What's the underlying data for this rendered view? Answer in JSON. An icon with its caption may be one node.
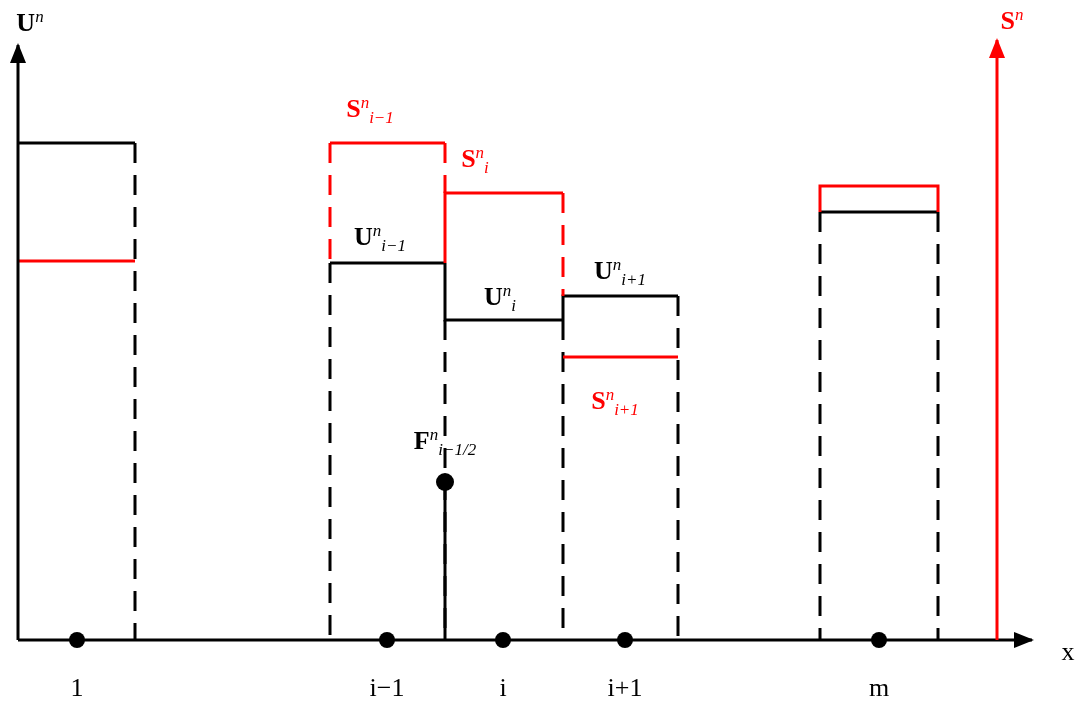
{
  "diagram": {
    "labels": [
      "**U**$^{n}$",
      "**S**$^{n}$",
      "**S**$^{n}$$_{i−1}$",
      "**S**$^{n}$$_{i}$",
      "**U**$^{n}$$_{i−1}$",
      "**U**$^{n}$$_{i+1}$",
      "**U**$^{n}$$_{i}$",
      "**S**$^{n}$$_{i+1}$",
      "**F**$^{n}$$_{i−1/2}$",
      "x",
      "1",
      "i−1",
      "i",
      "i+1",
      "m"
    ]
  }
}
